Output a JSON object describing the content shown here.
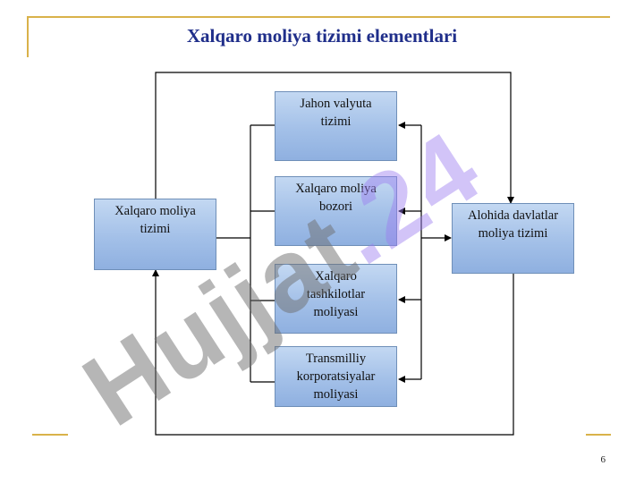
{
  "slide": {
    "title": "Xalqaro moliya tizimi elementlari",
    "page_number": "6",
    "watermark": "Hujjat.24",
    "accent_color": "#d9b24a",
    "title_color": "#1f2e8a"
  },
  "diagram": {
    "left_box": "Xalqaro moliya\ntizimi",
    "right_box": "Alohida davlatlar\nmoliya tizimi",
    "middle_boxes": [
      "Jahon valyuta\ntizimi",
      "Xalqaro moliya\nbozori",
      "Xalqaro\ntashkilotlar\nmoliyasi",
      "Transmilliy\nkorporatsiyalar\nmoliyasi"
    ]
  }
}
